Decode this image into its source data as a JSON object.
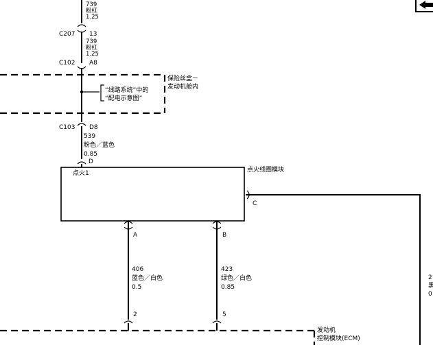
{
  "top_wire": {
    "circuit": "739",
    "color": "粉红",
    "size": "1.25"
  },
  "connector_c207": {
    "name": "C207",
    "pin": "13"
  },
  "wire_c207_c102": {
    "circuit": "739",
    "color": "粉红",
    "size": "1.25"
  },
  "connector_c102": {
    "name": "C102",
    "pin": "A8"
  },
  "fuse_box": {
    "label_line1": "保险丝盒－",
    "label_line2": "发动机舱内",
    "ref_line1": "“线路系统”中的",
    "ref_line2": "“配电示意图”"
  },
  "connector_c103": {
    "name": "C103",
    "pin": "D8"
  },
  "wire_ignition": {
    "circuit": "539",
    "color": "粉色／蓝色",
    "size": "0.85"
  },
  "coil_module": {
    "pin_top": "D",
    "label": "点火线圈模块",
    "terminal_label": "点火1",
    "pin_right": "C",
    "pin_a": "A",
    "pin_b": "B"
  },
  "wire_a": {
    "circuit": "406",
    "color": "蓝色／白色",
    "size": "0.5",
    "ecm_pin": "2"
  },
  "wire_b": {
    "circuit": "423",
    "color": "绿色／白色",
    "size": "0.85",
    "ecm_pin": "5"
  },
  "ecm": {
    "label_line1": "发动机",
    "label_line2": "控制模块(ECM)"
  },
  "right_wire_partial": {
    "line1": "2",
    "line2": "黑",
    "line3": "0"
  }
}
